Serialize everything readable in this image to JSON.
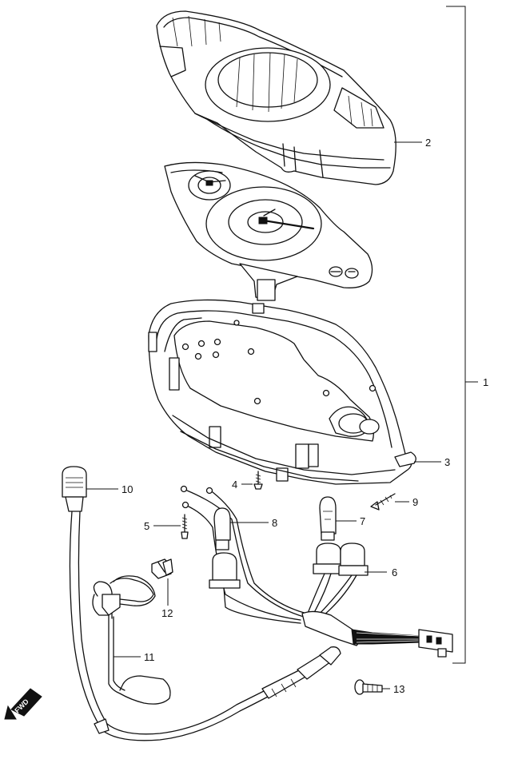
{
  "callouts": [
    {
      "id": "1",
      "label": "1"
    },
    {
      "id": "2",
      "label": "2"
    },
    {
      "id": "3",
      "label": "3"
    },
    {
      "id": "4",
      "label": "4"
    },
    {
      "id": "5",
      "label": "5"
    },
    {
      "id": "6",
      "label": "6"
    },
    {
      "id": "7",
      "label": "7"
    },
    {
      "id": "8",
      "label": "8"
    },
    {
      "id": "9",
      "label": "9"
    },
    {
      "id": "10",
      "label": "10"
    },
    {
      "id": "11",
      "label": "11"
    },
    {
      "id": "12",
      "label": "12"
    },
    {
      "id": "13",
      "label": "13"
    }
  ],
  "fwd_label": "FWD"
}
